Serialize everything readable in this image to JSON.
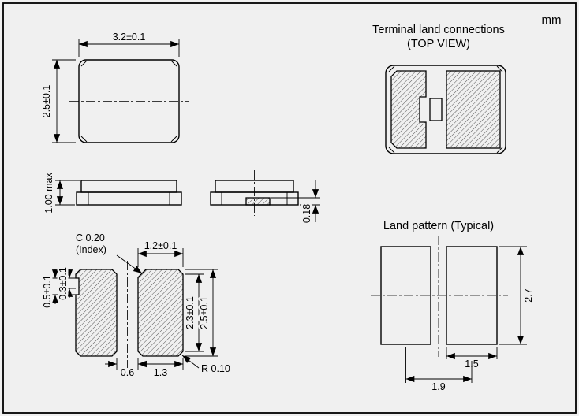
{
  "units_label": "mm",
  "colors": {
    "background": "#f0f0f0",
    "line": "#000000"
  },
  "top_view": {
    "width_dim": "3.2±0.1",
    "height_dim": "2.5±0.1"
  },
  "side_view": {
    "height_dim": "1.00 max"
  },
  "end_view": {
    "standoff_dim": "0.18"
  },
  "bottom_view": {
    "chamfer_label_line1": "C 0.20",
    "chamfer_label_line2": "(Index)",
    "pad_width_dim": "1.2±0.1",
    "notch_offset_dim": "0.3±0.1",
    "notch_height_dim": "0.5±0.1",
    "pad_length_dim": "2.3±0.1",
    "body_length_dim": "2.5±0.1",
    "gap_dim": "0.6",
    "pad_span_dim": "1.3",
    "corner_radius_label": "R 0.10"
  },
  "terminal_land": {
    "title_line1": "Terminal land connections",
    "title_line2": "(TOP VIEW)"
  },
  "land_pattern": {
    "title": "Land pattern (Typical)",
    "height_dim": "2.7",
    "pad_width_dim": "1.5",
    "pitch_dim": "1.9"
  }
}
